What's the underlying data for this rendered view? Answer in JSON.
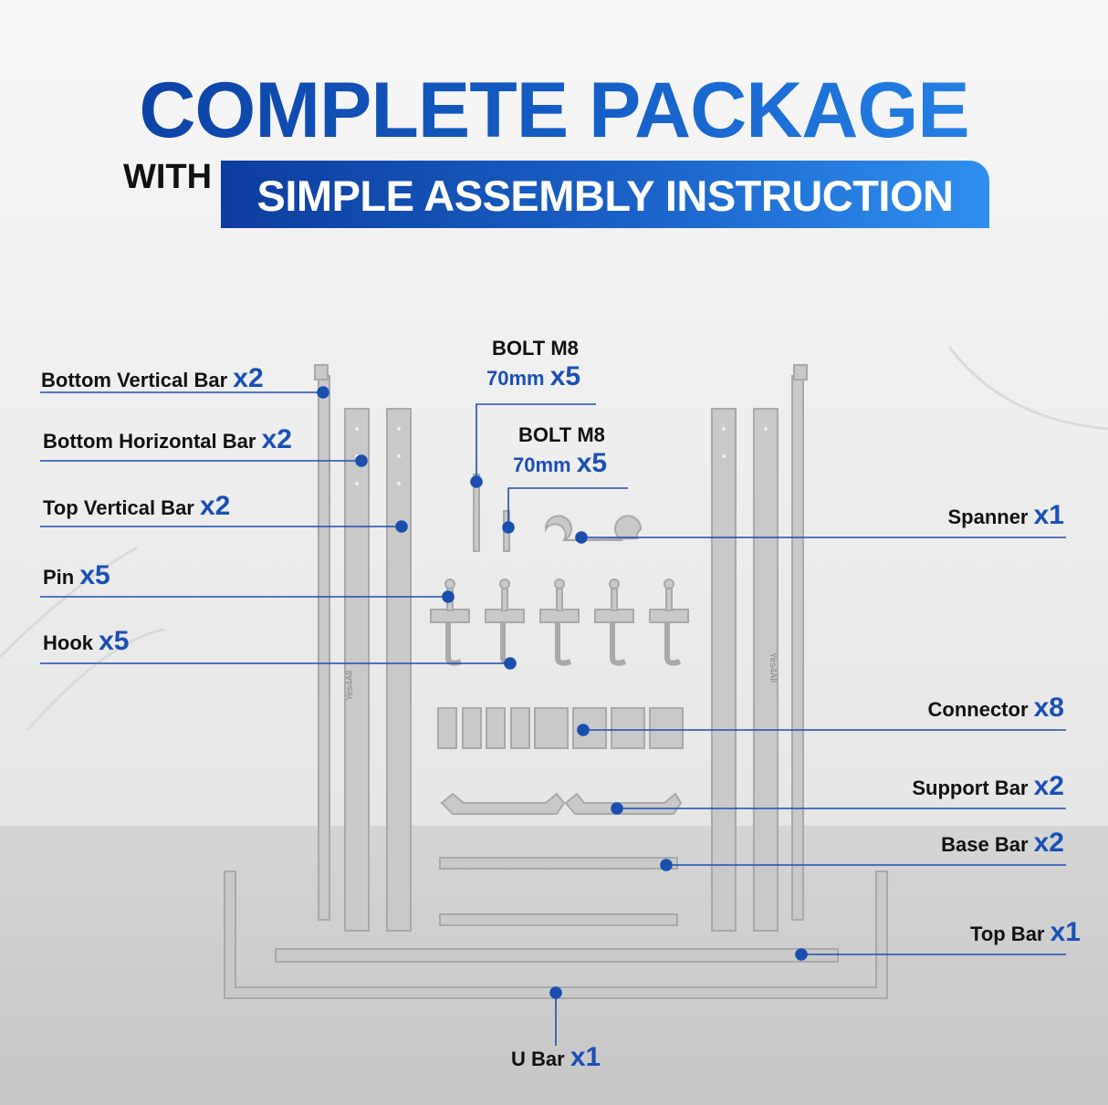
{
  "header": {
    "title": "COMPLETE PACKAGE",
    "with": "WITH",
    "subtitle": "SIMPLE ASSEMBLY INSTRUCTION"
  },
  "brand_mark": "Yes4All",
  "colors": {
    "accent_dark": "#0d3d9e",
    "accent_light": "#2f8ff0",
    "line": "#1a4fb0"
  },
  "parts": {
    "bottom_vertical_bar": {
      "name": "Bottom Vertical Bar",
      "qty": "x2"
    },
    "bottom_horizontal_bar": {
      "name": "Bottom Horizontal Bar",
      "qty": "x2"
    },
    "top_vertical_bar": {
      "name": "Top Vertical Bar",
      "qty": "x2"
    },
    "pin": {
      "name": "Pin",
      "qty": "x5"
    },
    "hook": {
      "name": "Hook",
      "qty": "x5"
    },
    "bolt_a": {
      "name": "BOLT M8",
      "size": "70mm",
      "qty": "x5"
    },
    "bolt_b": {
      "name": "BOLT M8",
      "size": "70mm",
      "qty": "x5"
    },
    "spanner": {
      "name": "Spanner",
      "qty": "x1"
    },
    "connector": {
      "name": "Connector",
      "qty": "x8"
    },
    "support_bar": {
      "name": "Support Bar",
      "qty": "x2"
    },
    "base_bar": {
      "name": "Base Bar",
      "qty": "x2"
    },
    "top_bar": {
      "name": "Top Bar",
      "qty": "x1"
    },
    "u_bar": {
      "name": "U Bar",
      "qty": "x1"
    }
  }
}
